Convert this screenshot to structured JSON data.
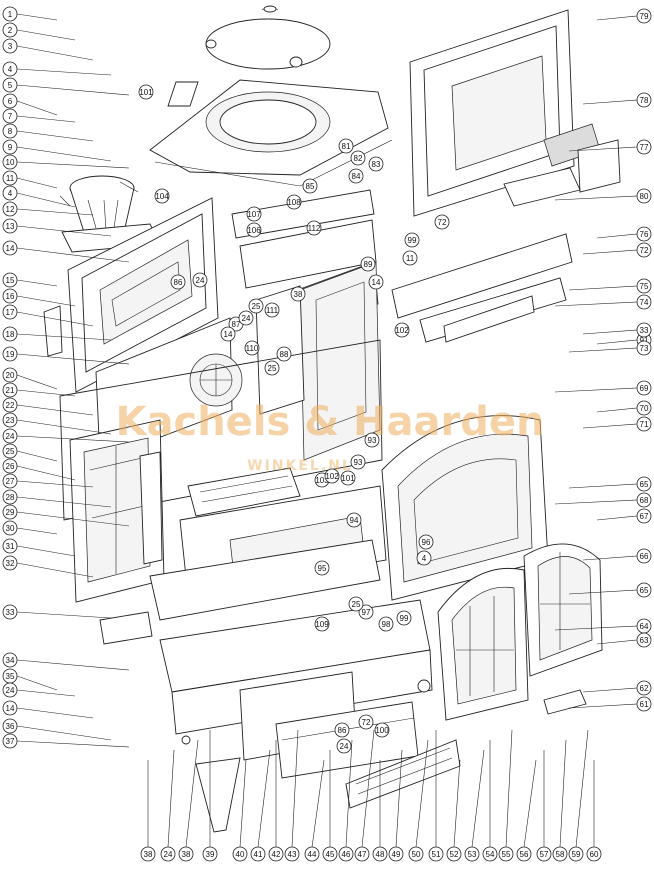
{
  "watermark": {
    "brand": "Kachels & Haarden",
    "sub": "WINKEL.NL"
  },
  "callouts": {
    "left": [
      "1",
      "2",
      "3",
      "4",
      "5",
      "6",
      "7",
      "8",
      "9",
      "10",
      "11",
      "4",
      "12",
      "13",
      "14",
      "15",
      "16",
      "17",
      "18",
      "19",
      "20",
      "21",
      "22",
      "23",
      "24",
      "25",
      "26",
      "27",
      "28",
      "29",
      "30",
      "31",
      "32",
      "33",
      "34",
      "35",
      "24",
      "14",
      "36",
      "37"
    ],
    "right": [
      "79",
      "78",
      "77",
      "80",
      "76",
      "72",
      "75",
      "74",
      "91",
      "33",
      "73",
      "69",
      "70",
      "71",
      "65",
      "68",
      "67",
      "66",
      "65",
      "64",
      "63",
      "62",
      "61"
    ],
    "bottom": [
      "38",
      "24",
      "38",
      "39",
      "40",
      "41",
      "42",
      "43",
      "44",
      "45",
      "46",
      "47",
      "48",
      "49",
      "50",
      "51",
      "52",
      "53",
      "54",
      "55",
      "56",
      "57",
      "58",
      "59",
      "60"
    ],
    "inner": [
      "101",
      "104",
      "84",
      "81",
      "82",
      "83",
      "85",
      "108",
      "107",
      "106",
      "112",
      "102",
      "99",
      "89",
      "11",
      "72",
      "14",
      "86",
      "24",
      "87",
      "38",
      "111",
      "25",
      "14",
      "110",
      "88",
      "25",
      "24",
      "93",
      "103",
      "102",
      "101",
      "93",
      "94",
      "95",
      "96",
      "4",
      "97",
      "98",
      "99",
      "109",
      "86",
      "72",
      "24",
      "100",
      "25"
    ]
  }
}
